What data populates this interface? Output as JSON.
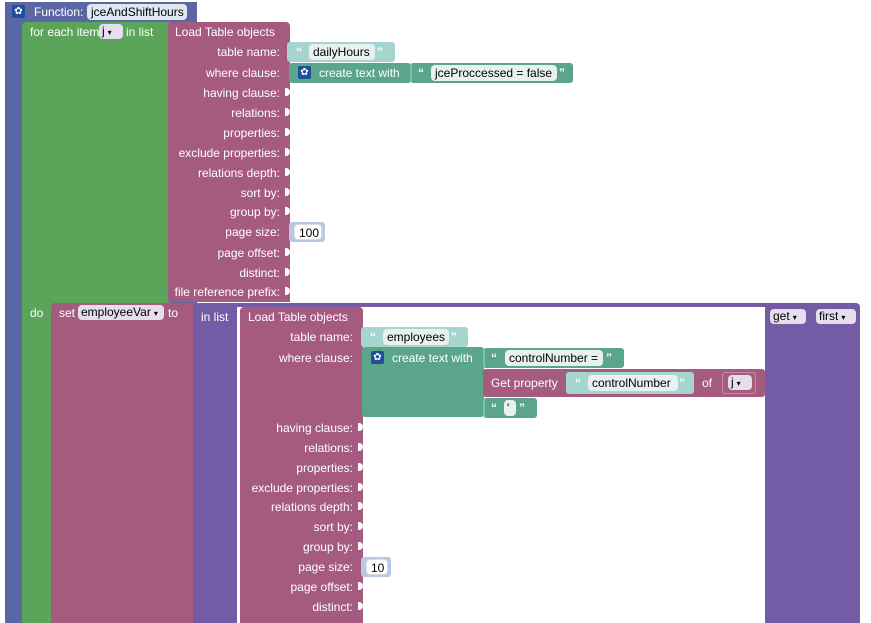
{
  "func": {
    "label": "Function:",
    "name": "jceAndShiftHours"
  },
  "foreach": {
    "for_each_item": "for each item",
    "var": "j",
    "in_list": "in list",
    "do": "do"
  },
  "load1": {
    "title": "Load Table objects",
    "labels": [
      "table name:",
      "where clause:",
      "having clause:",
      "relations:",
      "properties:",
      "exclude properties:",
      "relations depth:",
      "sort by:",
      "group by:",
      "page size:",
      "page offset:",
      "distinct:",
      "file reference prefix:"
    ],
    "table_name": "dailyHours",
    "create_text_with": "create text with",
    "where_text": "jceProccessed = false",
    "page_size": "100"
  },
  "setblk": {
    "set": "set",
    "var": "employeeVar",
    "to": "to",
    "in_list": "in list",
    "get": "get",
    "first": "first"
  },
  "load2": {
    "title": "Load Table objects",
    "labels": [
      "table name:",
      "where clause:",
      "having clause:",
      "relations:",
      "properties:",
      "exclude properties:",
      "relations depth:",
      "sort by:",
      "group by:",
      "page size:",
      "page offset:",
      "distinct:"
    ],
    "table_name": "employees",
    "create_text_with": "create text with",
    "where_text": "controlNumber = ",
    "get_property": "Get property",
    "prop_name": "controlNumber",
    "of": "of",
    "of_var": "j",
    "quote_text": "'",
    "page_size": "10"
  },
  "icons": {
    "gear": "gear-icon",
    "dropdown": "dropdown-arrow-icon"
  }
}
